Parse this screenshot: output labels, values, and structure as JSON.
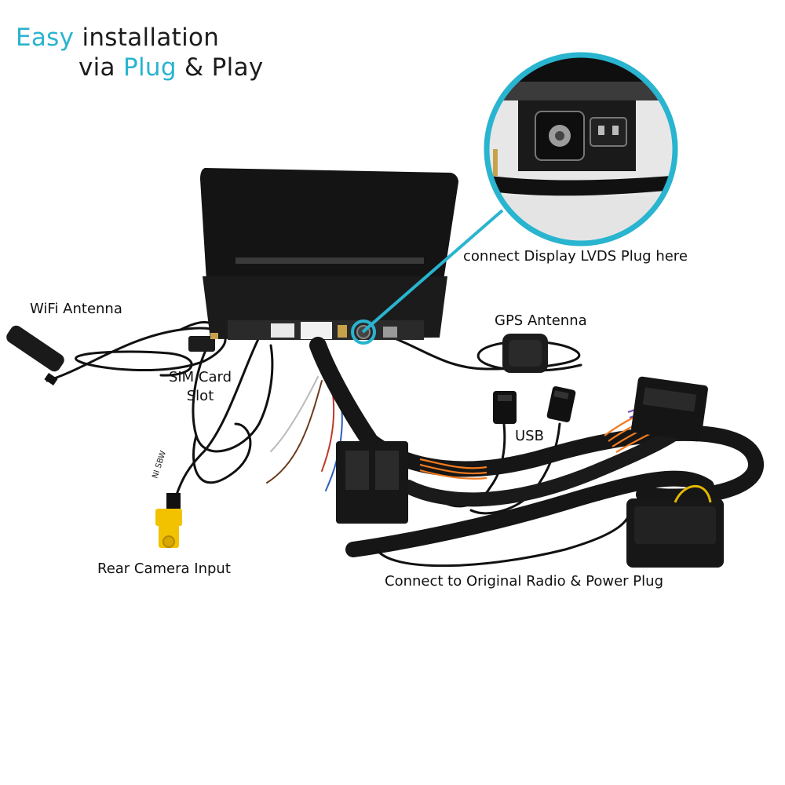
{
  "headline": {
    "line1": [
      "Easy",
      "installation"
    ],
    "line2": [
      "via",
      "Plug",
      "&",
      "Play"
    ]
  },
  "labels": {
    "wifi": "WiFi Antenna",
    "sim_line1": "SIM Card",
    "sim_line2": "Slot",
    "lvds": "connect Display LVDS Plug here",
    "gps": "GPS Antenna",
    "usb": "USB",
    "rear_camera": "Rear Camera Input",
    "radio": "Connect to Original Radio & Power Plug",
    "cable_tag": "NI SBW"
  },
  "colors": {
    "accent": "#29b4cf",
    "text": "#111111",
    "unit_black": "#141414",
    "rca_yellow": "#f2c200",
    "wire_orange": "#f07a1e",
    "wire_purple": "#7b4bb4"
  }
}
